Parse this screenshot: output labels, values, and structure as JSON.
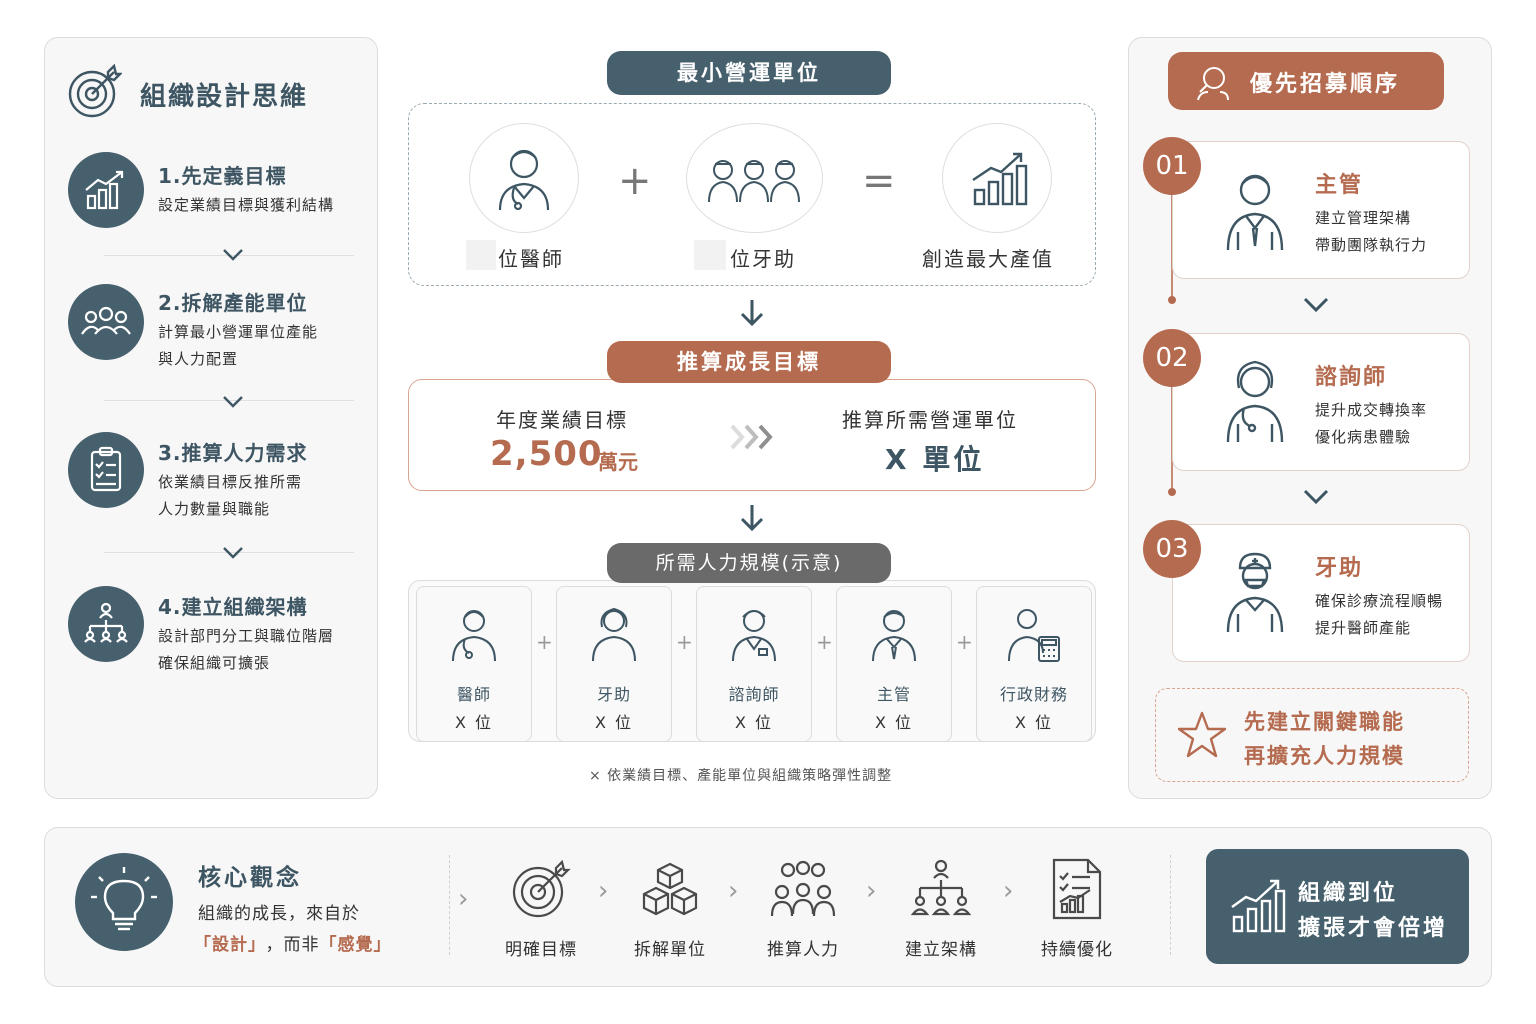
{
  "left": {
    "title": "組織設計思維",
    "steps": [
      {
        "title": "1.先定義目標",
        "desc1": "設定業績目標與獲利結構",
        "desc2": ""
      },
      {
        "title": "2.拆解產能單位",
        "desc1": "計算最小營運單位產能",
        "desc2": "與人力配置"
      },
      {
        "title": "3.推算人力需求",
        "desc1": "依業績目標反推所需",
        "desc2": "人力數量與職能"
      },
      {
        "title": "4.建立組織架構",
        "desc1": "設計部門分工與職位階層",
        "desc2": "確保組織可擴張"
      }
    ]
  },
  "center": {
    "unit_title": "最小營運單位",
    "doctor_label": "位醫師",
    "assistant_label": "位牙助",
    "value_label": "創造最大產值",
    "plus": "+",
    "equals": "=",
    "growth_title": "推算成長目標",
    "annual_target_label": "年度業績目標",
    "annual_target_value": "2,500",
    "annual_target_unit": "萬元",
    "required_units_label": "推算所需營運單位",
    "required_units_value": "X 單位",
    "manpower_title": "所需人力規模(示意)",
    "roles": [
      {
        "name": "醫師",
        "count": "X 位"
      },
      {
        "name": "牙助",
        "count": "X 位"
      },
      {
        "name": "諮詢師",
        "count": "X 位"
      },
      {
        "name": "主管",
        "count": "X 位"
      },
      {
        "name": "行政財務",
        "count": "X 位"
      }
    ],
    "footnote": "× 依業績目標、產能單位與組織策略彈性調整"
  },
  "right": {
    "title": "優先招募順序",
    "items": [
      {
        "num": "01",
        "title": "主管",
        "desc1": "建立管理架構",
        "desc2": "帶動團隊執行力"
      },
      {
        "num": "02",
        "title": "諮詢師",
        "desc1": "提升成交轉換率",
        "desc2": "優化病患體驗"
      },
      {
        "num": "03",
        "title": "牙助",
        "desc1": "確保診療流程順暢",
        "desc2": "提升醫師產能"
      }
    ],
    "note1": "先建立關鍵職能",
    "note2": "再擴充人力規模"
  },
  "bottom": {
    "title": "核心觀念",
    "line1": "組織的成長，來自於",
    "line2_a": "「設計」",
    "line2_b": "，而非",
    "line2_c": "「感覺」",
    "steps": [
      "明確目標",
      "拆解單位",
      "推算人力",
      "建立架構",
      "持續優化"
    ],
    "cta1": "組織到位",
    "cta2": "擴張才會倍增"
  },
  "colors": {
    "slate": "#46606d",
    "rust": "#b56b4f",
    "grey": "#6a6a6a"
  }
}
